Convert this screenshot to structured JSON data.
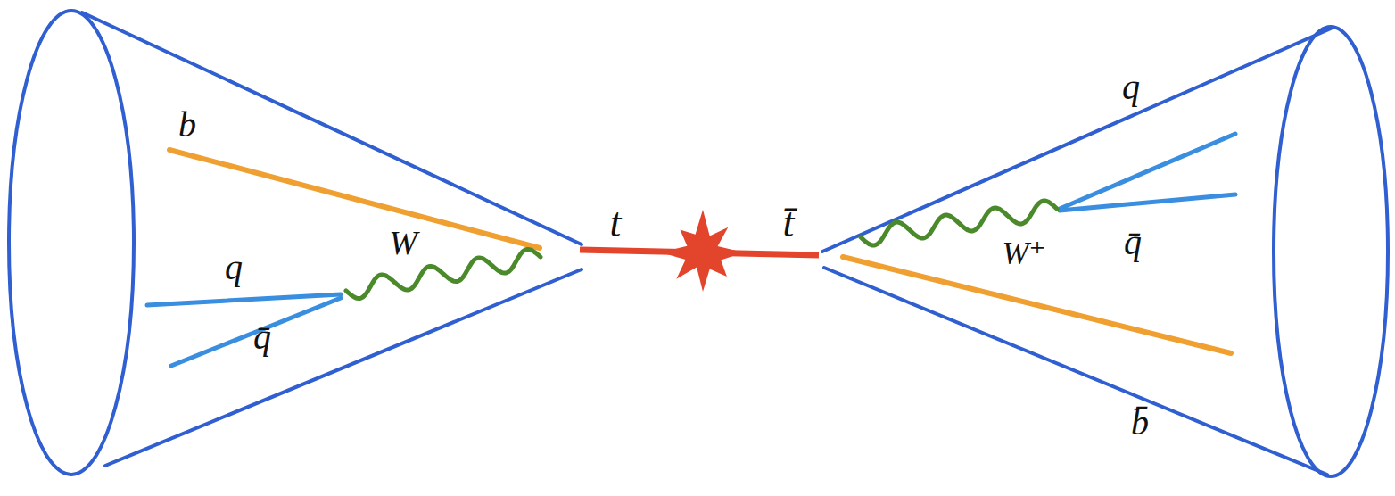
{
  "diagram": {
    "labels": [
      "b",
      "q",
      "q̄",
      "W",
      "t",
      "t̄",
      "W⁺",
      "q",
      "q̄",
      "b̄"
    ]
  }
}
